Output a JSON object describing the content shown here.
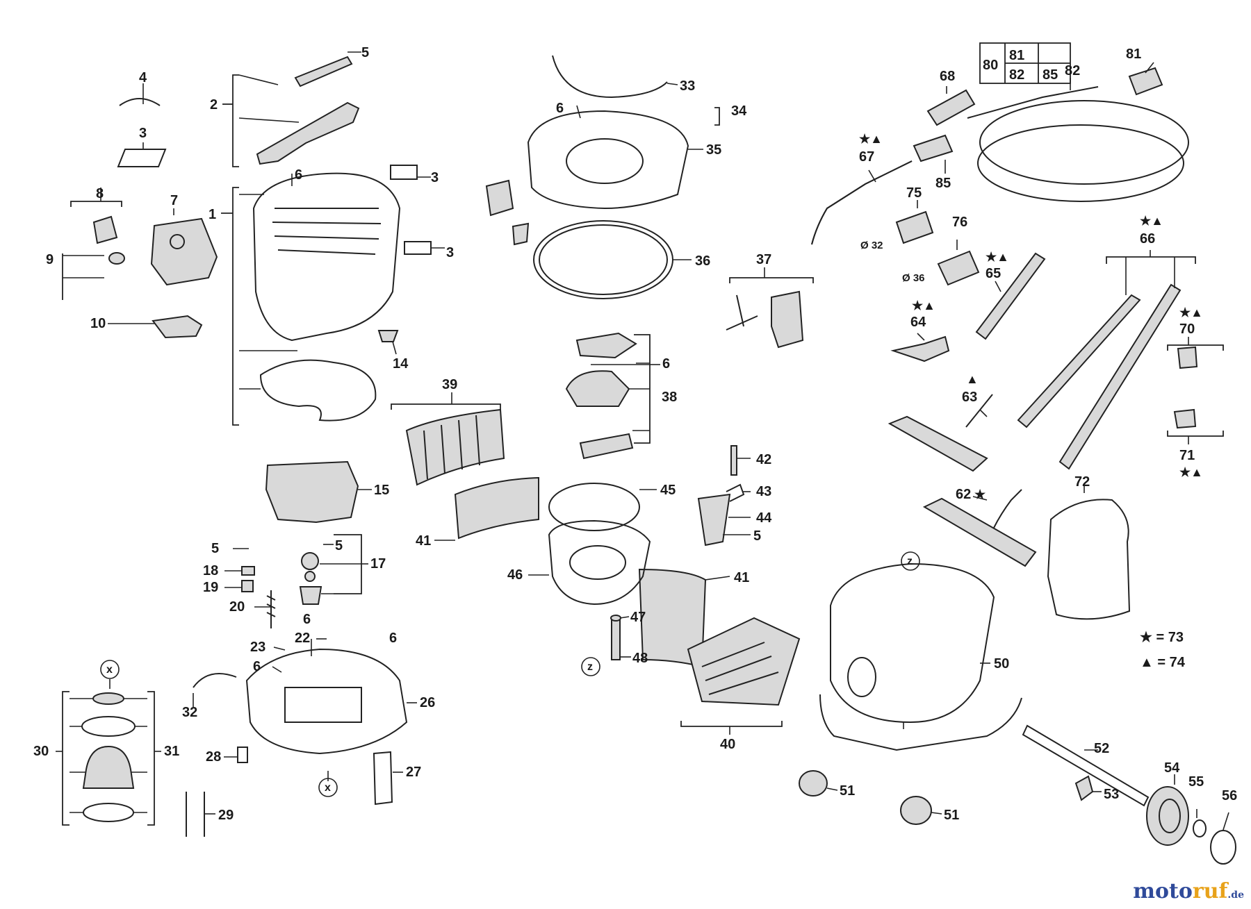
{
  "diagram": {
    "labels": {
      "l2": "2",
      "l3a": "3",
      "l3b": "3",
      "l3c": "3",
      "l4": "4",
      "l5a": "5",
      "l5b": "5",
      "l5c": "5",
      "l5d": "5",
      "l1": "1",
      "l6a": "6",
      "l6b": "6",
      "l6c": "6",
      "l6d": "6",
      "l6e": "6",
      "l6f": "6",
      "l7": "7",
      "l8": "8",
      "l9": "9",
      "l10": "10",
      "l14": "14",
      "l15": "15",
      "l17": "17",
      "l18": "18",
      "l19": "19",
      "l20": "20",
      "l22": "22",
      "l23": "23",
      "l26": "26",
      "l27": "27",
      "l28": "28",
      "l29": "29",
      "l30": "30",
      "l31": "31",
      "l32": "32",
      "l33": "33",
      "l34": "34",
      "l35": "35",
      "l36": "36",
      "l37": "37",
      "l38": "38",
      "l39": "39",
      "l40": "40",
      "l41a": "41",
      "l41b": "41",
      "l42": "42",
      "l43": "43",
      "l44": "44",
      "l45": "45",
      "l46": "46",
      "l47": "47",
      "l48": "48",
      "l50": "50",
      "l51a": "51",
      "l51b": "51",
      "l52": "52",
      "l53": "53",
      "l54": "54",
      "l55": "55",
      "l56": "56",
      "l62": "62",
      "l63": "63",
      "l64": "64",
      "l65": "65",
      "l66": "66",
      "l67": "67",
      "l68": "68",
      "l70": "70",
      "l71": "71",
      "l72": "72",
      "l75": "75",
      "l76": "76",
      "l80": "80",
      "l81a": "81",
      "l81b": "81",
      "l82a": "82",
      "l82b": "82",
      "l85a": "85",
      "l85b": "85",
      "x1": "x",
      "x2": "x",
      "z1": "z",
      "z2": "z",
      "d32": "Ø 32",
      "d36": "Ø 36"
    },
    "symbols": {
      "s62": "★",
      "s63": "▲",
      "s64": "★▲",
      "s65": "★▲",
      "s66": "★▲",
      "s67": "★▲",
      "s70": "★▲",
      "s71": "★▲"
    },
    "legend": {
      "star_line": "★ = 73",
      "triangle_line": "▲ = 74"
    },
    "watermark": {
      "part1": "moto",
      "part2": "ruf",
      "part3": ".de"
    }
  }
}
